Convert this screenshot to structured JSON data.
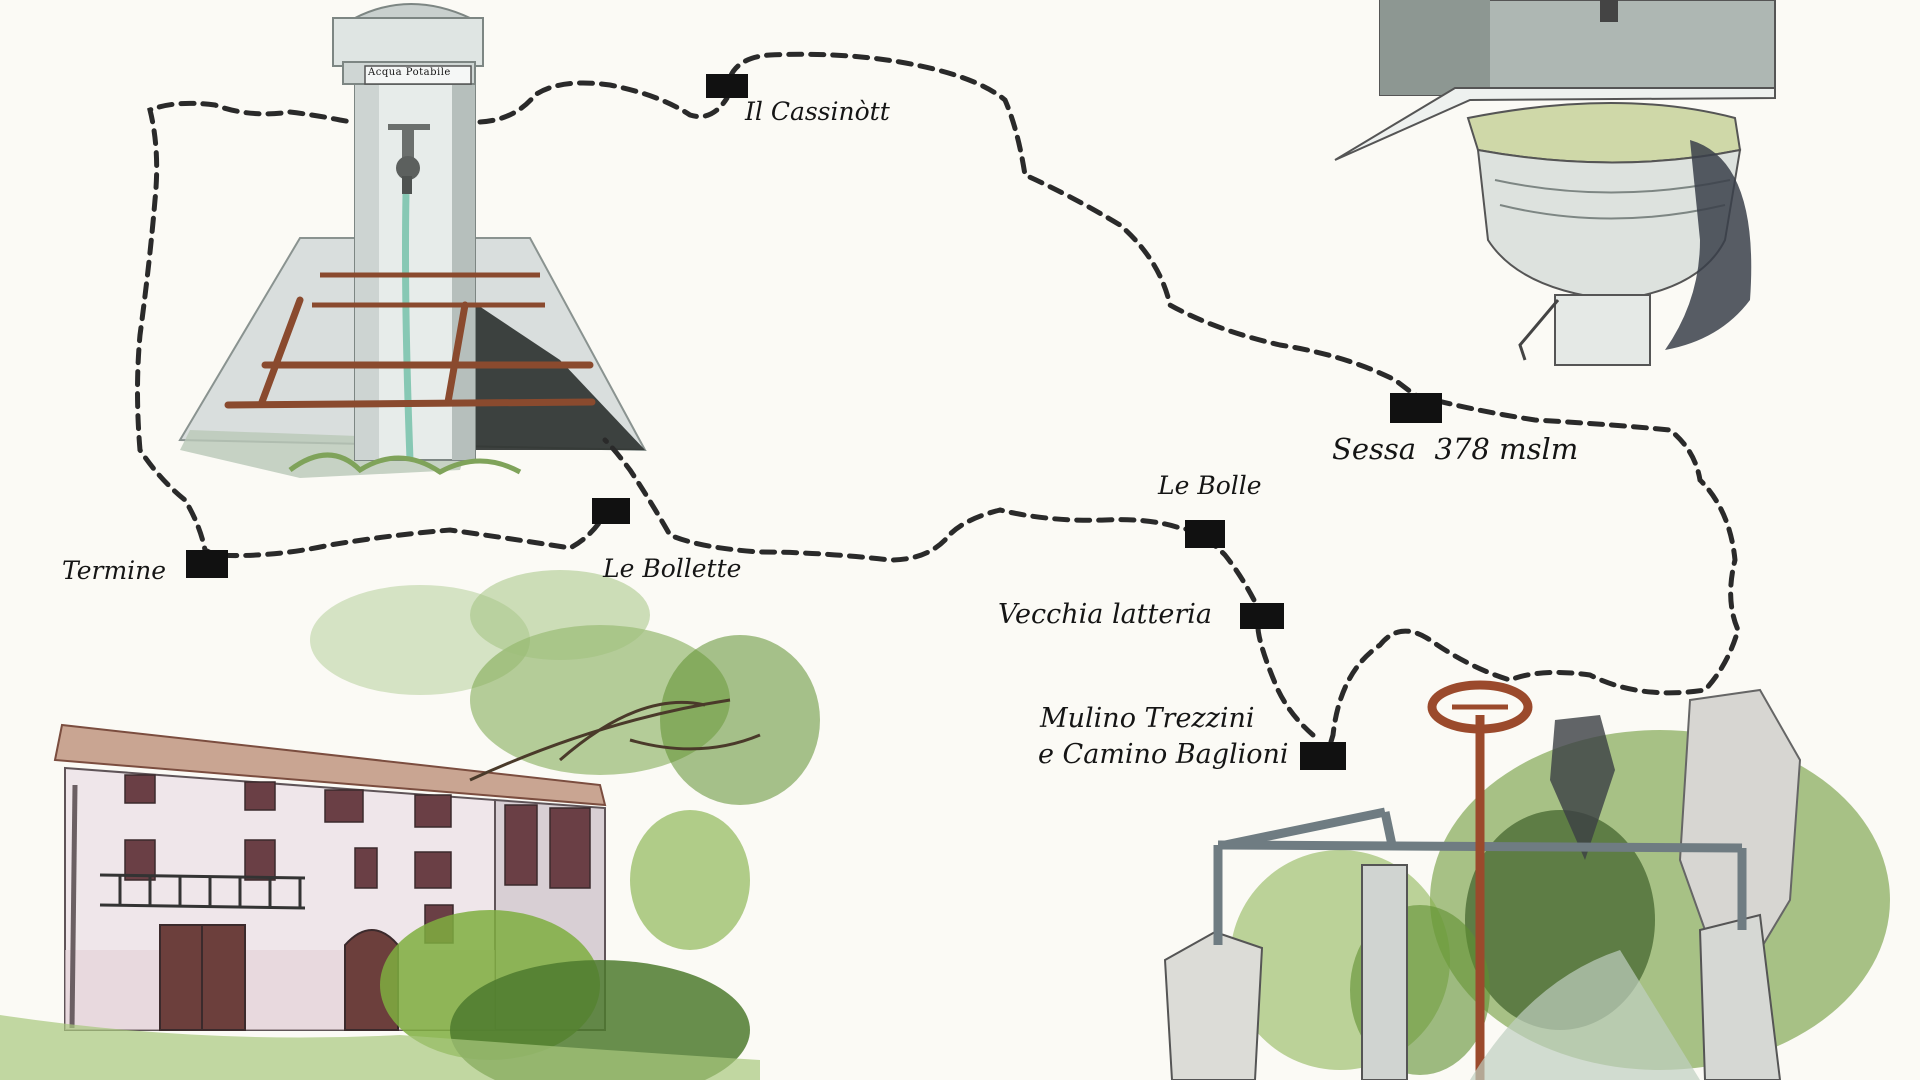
{
  "map": {
    "stops": [
      {
        "name": "Il Cassinòtt",
        "marker": true
      },
      {
        "name": "Sessa  378 mslm",
        "marker": true
      },
      {
        "name": "Le Bolle",
        "marker": true
      },
      {
        "name": "Vecchia latteria",
        "marker": true
      },
      {
        "name": "Mulino Trezzini",
        "name_line2": "e Camino Baglioni",
        "marker": true
      },
      {
        "name": "Le Bollette",
        "marker": true
      },
      {
        "name": "Termine",
        "marker": true
      }
    ],
    "fountain_plate_text": "Acqua Potabile",
    "route_style": "dashed-black",
    "illustrations": [
      "fountain",
      "wall-basin",
      "farmhouse",
      "sluice-gate"
    ],
    "colors": {
      "paper": "#fbfaf5",
      "route": "#2a2a2a",
      "marker": "#111111",
      "foliage": "#6f9b3a",
      "stone": "#aab3ad",
      "rust": "#9b4a2c"
    }
  }
}
